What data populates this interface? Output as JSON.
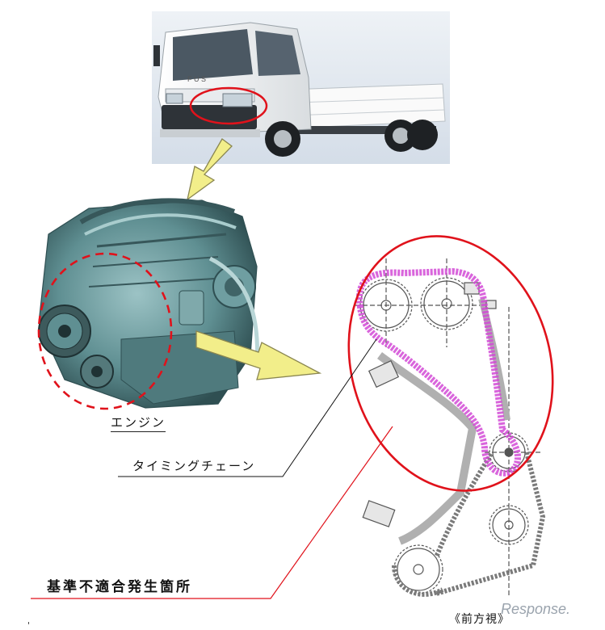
{
  "labels": {
    "engine": "エンジン",
    "timing_chain": "タイミングチェーン",
    "defect_location": "基準不適合発生箇所",
    "front_view": "《前方視》"
  },
  "watermark": "Response.",
  "colors": {
    "highlight_red": "#e0121b",
    "arrow_yellow": "#f2ee8a",
    "chain_magenta": "#d24ad6",
    "engine_teal": "#5f8f92",
    "truck_white": "#f1f3f4",
    "photo_background": "#dfe6ee"
  }
}
